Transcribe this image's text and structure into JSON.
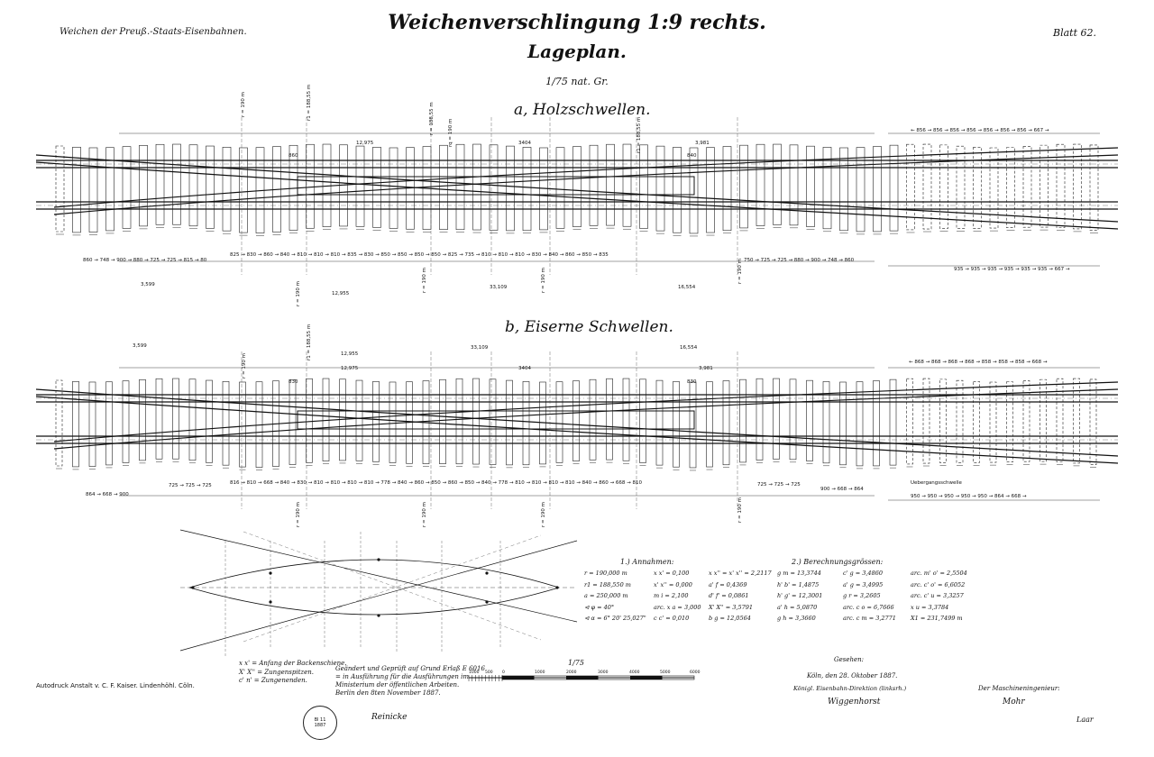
{
  "header": {
    "left": "Weichen der Preuß.-Staats-Eisenbahnen.",
    "title": "Weichenverschlingung 1:9 rechts.",
    "subtitle": "Lageplan.",
    "scale": "1/75 nat. Gr.",
    "sheet": "Blatt 62."
  },
  "sections": {
    "a": "a, Holzschwellen.",
    "b": "b, Eiserne Schwellen."
  },
  "dimensions_a": {
    "top": [
      "r = 190 m",
      "r1 = 188,55 m",
      "12,975",
      "r = 188,55 m",
      "rq = 190 m",
      "3404",
      "r1 = 188,55 m",
      "3,981",
      "860",
      "840"
    ],
    "bottom": [
      "3,599",
      "12,955",
      "33,109",
      "16,554",
      "r = 190 m",
      "r = 190 m",
      "r = 190 m",
      "r = 190 m"
    ]
  },
  "dimensions_b": {
    "top": [
      "3,599",
      "12,955",
      "33,109",
      "16,554",
      "r = 190 m",
      "r1 = 188,55 m",
      "12,975",
      "3404",
      "3,981",
      "830",
      "830"
    ],
    "bottom": [
      "r = 190 m",
      "r = 190 m",
      "r = 190 m",
      "r = 190 m",
      "Uebergangsschwelle"
    ]
  },
  "spacing_a_top": "← 856 → 856 → 856 → 856 → 856 → 856 → 856 → 667 →",
  "spacing_a_bottom_left": "860 → 748 → 900 → 880 → 725 → 725 → 815 → 80",
  "spacing_a_bottom_mid": "825 → 830 → 860 → 840 → 810 → 810 → 810 → 835 → 830 → 850 → 850 → 850 → 850 → 825 → 735 → 810 → 810 → 810 → 830 → 840 → 860 → 850 → 835",
  "spacing_a_bottom_right": "750 → 725 → 725 → 880 → 900 → 748 → 860",
  "spacing_a_bottom_far": "935 → 935 → 935 → 935 → 935 → 935 → 667 →",
  "spacing_b_top": "← 868 → 868 → 868 → 868 → 858 → 858 → 858 → 668 →",
  "spacing_b_bottom_left": "864 → 668 → 900",
  "spacing_b_bottom_left2": "725 → 725 → 725",
  "spacing_b_bottom_mid": "816 → 810 → 668 → 840 → 830 → 810 → 810 → 810 → 810 → 778 → 840 → 860 → 850 → 860 → 850 → 840 → 778 → 810 → 810 → 810 → 810 → 840 → 860 → 668 → 810",
  "spacing_b_bottom_right": "725 → 725 → 725",
  "spacing_b_bottom_right2": "900 → 668 → 864",
  "spacing_b_bottom_far": "950 → 950 → 950 → 950 → 950 → 864 → 668 →",
  "annahmen": {
    "title": "1.) Annahmen:",
    "col1": [
      "r = 190,000 m",
      "r1 = 188,550 m",
      "a = 250,000 m",
      "⊲ φ = 40°",
      "⊲ α = 6° 20' 25,027\""
    ],
    "col2": [
      "x x' = 0,100",
      "x' x'' = 0,000",
      "m i = 2,100",
      "arc. x a = 3,000",
      "c c' = 0,010"
    ],
    "col3": [
      "x x'' = x' x'' = 2,2117",
      "a' f = 0,4369",
      "d' f' = 0,0861",
      "X' X'' = 3,5791",
      "b g = 12,0564"
    ]
  },
  "berechnung": {
    "title": "2.) Berechnungsgrössen:",
    "col1": [
      "g m = 13,3744",
      "h' b' = 1,4875",
      "h' g' = 12,3001",
      "a' h = 5,0870",
      "g h = 3,3660"
    ],
    "col2": [
      "c' g = 3,4860",
      "a' g = 3,4995",
      "g r = 3,2605",
      "arc. c o = 6,7666",
      "arc. c m = 3,2771"
    ],
    "col3": [
      "arc. m' o' = 2,5504",
      "arc. c' o' = 6,6052",
      "arc. c' u = 3,3257",
      "x u = 3,3784",
      "X1 = 231,7499 m"
    ]
  },
  "legend": [
    "x x' = Anfang der Backenschiene.",
    "X' X'' = Zungenspitzen.",
    "c' n' = Zungenenden."
  ],
  "scalebar": {
    "label": "1/75",
    "ticks": [
      "1000",
      "500",
      "0",
      "1000",
      "2000",
      "3000",
      "4000",
      "5000",
      "6000"
    ]
  },
  "approval_note": [
    "Geändert und Geprüft auf Grund Erlaß E 6016",
    "= in Ausführung für die Ausführungen im",
    "Ministerium der öffentlichen Arbeiten.",
    "Berlin den 8ten November 1887."
  ],
  "approval_sig": "Reinicke",
  "printer": "Autodruck Anstalt v. C. F. Kaiser. Lindenhöhl. Cöln.",
  "stamp": "Bl 11 1887",
  "dated": {
    "line1": "Gesehen:",
    "line2": "Köln, den 28. Oktober 1887.",
    "line3": "Königl. Eisenbahn-Direktion (linksrh.)",
    "sig": "Wiggenhorst"
  },
  "maschinen": {
    "title": "Der Maschineningenieur:",
    "sig": "Mohr"
  },
  "corner_sig": "Laar",
  "colors": {
    "ink": "#111111",
    "paper": "#ffffff"
  }
}
